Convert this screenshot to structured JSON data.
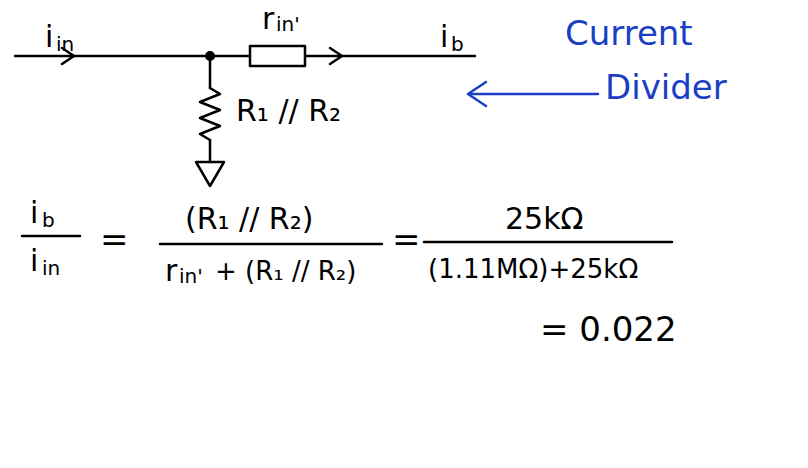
{
  "diagram": {
    "labels": [
      "i",
      "in",
      "r",
      "in'",
      "i",
      "b",
      "Current",
      "Divider",
      "R₁ // R₂",
      "i",
      "b",
      "i",
      "in",
      "=",
      "(R₁ // R₂)",
      "r",
      "in'",
      "+ (R₁ // R₂)",
      "=",
      "25kΩ",
      "(1.11MΩ)+25kΩ",
      "= 0.022"
    ]
  }
}
